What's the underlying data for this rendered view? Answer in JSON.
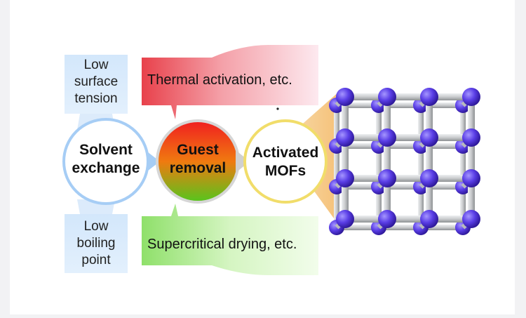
{
  "diagram": {
    "left_node": {
      "line1": "Solvent",
      "line2": "exchange"
    },
    "center_node": {
      "line1": "Guest",
      "line2": "removal"
    },
    "right_node": {
      "line1": "Activated",
      "line2": "MOFs"
    },
    "top_left_label": {
      "line1": "Low",
      "line2": "surface",
      "line3": "tension"
    },
    "bottom_left_label": {
      "line1": "Low",
      "line2": "boiling",
      "line3": "point"
    },
    "top_banner": "Thermal activation, etc.",
    "bottom_banner": "Supercritical drying, etc.",
    "sphere_color": "#5a3ee6",
    "rod_color": "#c9cbcd"
  }
}
